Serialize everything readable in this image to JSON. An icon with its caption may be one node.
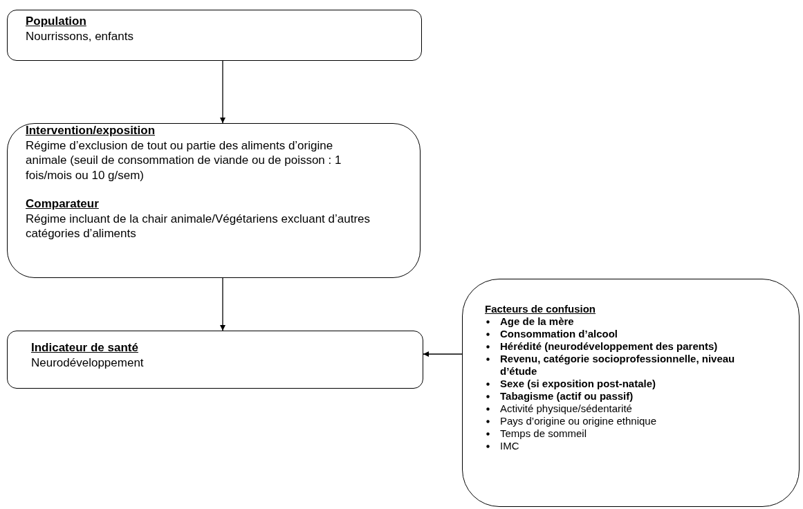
{
  "diagram": {
    "nodes": [
      {
        "text": [
          "Population",
          "Nourrissons, enfants"
        ]
      },
      {
        "text": [
          "Intervention/exposition",
          "Régime d’exclusion de tout ou partie des aliments d’origine animale (seuil de consommation de viande ou de poisson : 1 fois/mois ou 10 g/sem)",
          "Comparateur",
          "Régime incluant de la chair animale/Végétariens excluant d’autres catégories d’aliments"
        ]
      },
      {
        "text": [
          "Indicateur de santé",
          "Neurodéveloppement"
        ]
      },
      {
        "text": [
          "Facteurs de confusion",
          "**Age de la mère**",
          "**Consommation d’alcool**",
          "**Hérédité (neurodéveloppement des parents)**",
          "**Revenu, catégorie socioprofessionnelle, niveau d’étude**",
          "**Sexe (si exposition post-natale)**",
          "**Tabagisme (actif ou passif)**",
          "Activité physique/sédentarité",
          "Pays d’origine ou origine ethnique",
          "Temps de sommeil",
          "IMC"
        ]
      }
    ],
    "edges": [
      {
        "from": 0,
        "to": 1,
        "arrow": "to"
      },
      {
        "from": 1,
        "to": 2,
        "arrow": "to"
      },
      {
        "from": 3,
        "to": 2,
        "arrow": "to"
      }
    ]
  }
}
